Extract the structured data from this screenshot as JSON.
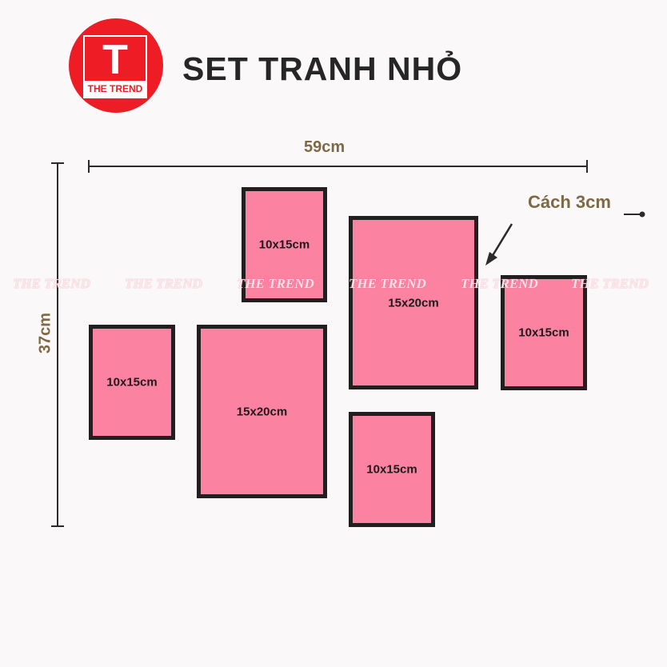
{
  "logo": {
    "letter": "T",
    "name": "THE TREND"
  },
  "title": "SET TRANH NHỎ",
  "dimensions": {
    "width": "59cm",
    "height": "37cm",
    "spacing": "Cách 3cm"
  },
  "frames": [
    {
      "id": "f1",
      "label": "10x15cm"
    },
    {
      "id": "f2",
      "label": "15x20cm"
    },
    {
      "id": "f3",
      "label": "10x15cm"
    },
    {
      "id": "f4",
      "label": "10x15cm"
    },
    {
      "id": "f5",
      "label": "15x20cm"
    },
    {
      "id": "f6",
      "label": "10x15cm"
    }
  ],
  "watermark": "THE TREND",
  "colors": {
    "frame_fill": "#fc82a1",
    "frame_border": "#231f20",
    "logo_red": "#ee1c25",
    "dimension_text": "#7e6945"
  }
}
